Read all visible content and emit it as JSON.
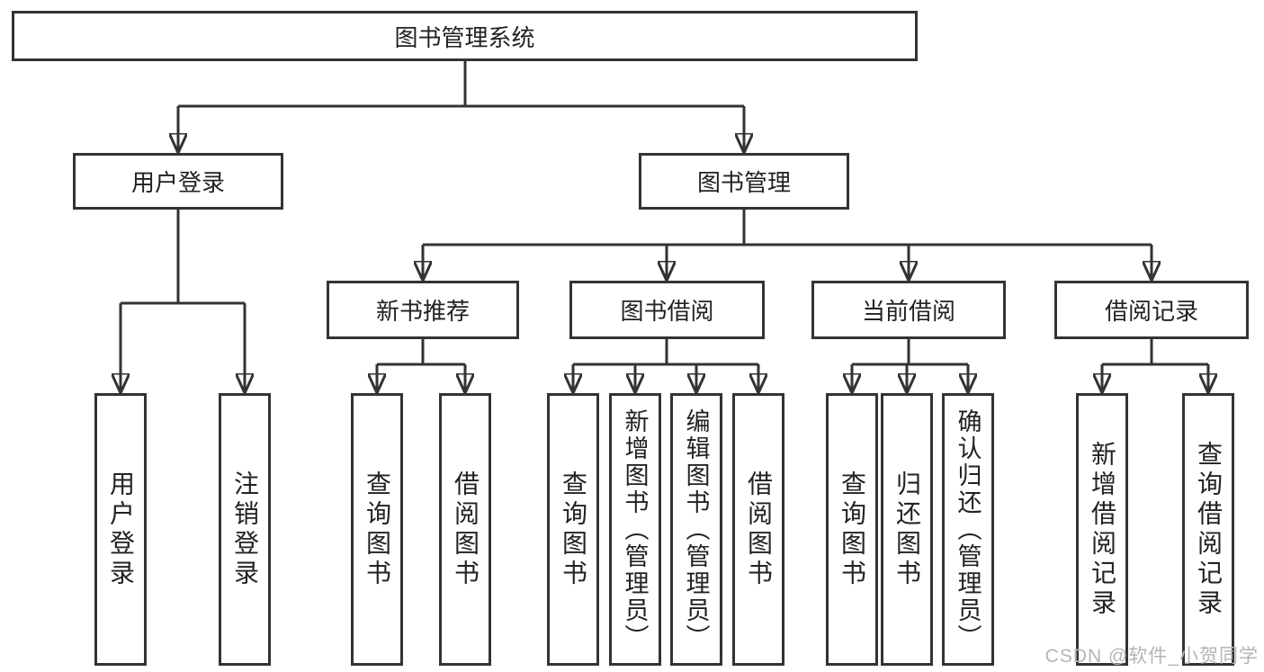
{
  "diagram_type": "hierarchy-tree",
  "nodes": {
    "root": "图书管理系统",
    "user_login": "用户登录",
    "book_mgmt": "图书管理",
    "new_rec": "新书推荐",
    "borrow": "图书借阅",
    "current": "当前借阅",
    "records": "借阅记录",
    "user_login_leaf": "用户登录",
    "logout_leaf": "注销登录",
    "rec_query": "查询图书",
    "rec_borrow": "借阅图书",
    "borrow_query": "查询图书",
    "borrow_add": "新增图书（管理员）",
    "borrow_edit": "编辑图书（管理员）",
    "borrow_do": "借阅图书",
    "cur_query": "查询图书",
    "cur_return": "归还图书",
    "cur_confirm": "确认归还（管理员）",
    "records_add": "新增借阅记录",
    "records_query": "查询借阅记录"
  },
  "watermark": "CSDN @软件_小贺同学",
  "colors": {
    "line": "#333333",
    "box_border": "#333333",
    "text": "#222222",
    "watermark": "#b5b5b5",
    "background": "#ffffff"
  }
}
